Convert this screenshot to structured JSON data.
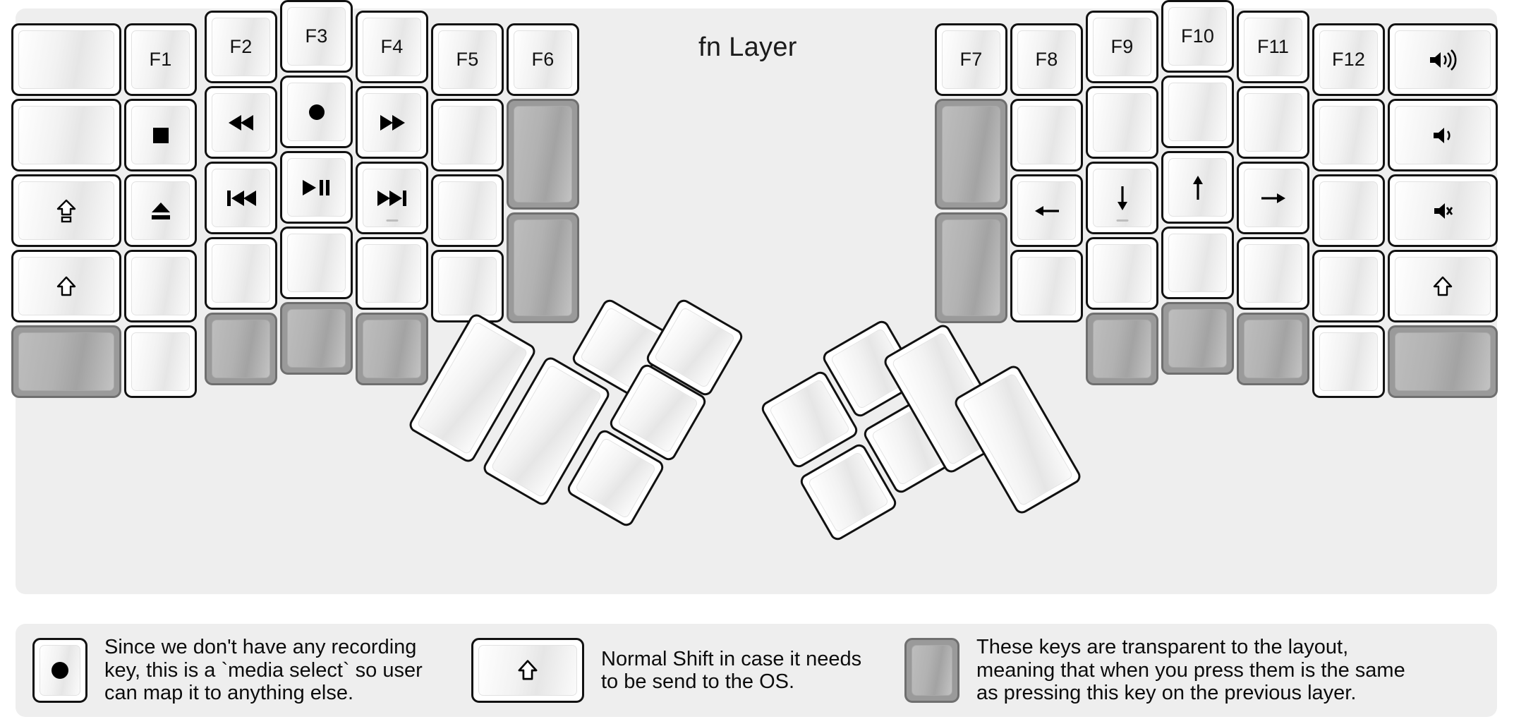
{
  "title": "fn Layer",
  "colors": {
    "panel_bg": "#eeeeee",
    "page_bg": "#ffffff",
    "key_border": "#111111",
    "key_face_light": "#ffffff",
    "key_face_shade": "#e6e6e6",
    "transparent_key": "#9a9a9a",
    "transparent_key_border": "#6f6f6f",
    "text": "#111111"
  },
  "legend": [
    {
      "key_icon": "record-dot-icon",
      "key_state": "normal",
      "text": "Since we don't have any recording\nkey, this is a `media select` so user\ncan map it to anything else."
    },
    {
      "key_icon": "shift-arrow-icon",
      "key_state": "normal",
      "text": "Normal Shift in case it needs\nto be send to the OS."
    },
    {
      "key_icon": "blank-icon",
      "key_state": "transparent",
      "text": "These keys are transparent to the layout,\nmeaning that when you press them is the same\nas pressing this key on the previous layer."
    }
  ],
  "left_half": {
    "columns": [
      {
        "name": "col-pinky-outer",
        "keys": [
          {
            "label": "",
            "icon": "",
            "state": "normal"
          },
          {
            "label": "",
            "icon": "",
            "state": "normal"
          },
          {
            "label": "",
            "icon": "caps-lock-icon",
            "state": "normal"
          },
          {
            "label": "",
            "icon": "shift-arrow-icon",
            "state": "normal"
          },
          {
            "label": "",
            "icon": "",
            "state": "transparent"
          }
        ]
      },
      {
        "name": "col-pinky",
        "keys": [
          {
            "label": "F1",
            "icon": "",
            "state": "normal"
          },
          {
            "label": "",
            "icon": "media-stop-icon",
            "state": "normal"
          },
          {
            "label": "",
            "icon": "media-eject-icon",
            "state": "normal"
          },
          {
            "label": "",
            "icon": "",
            "state": "normal"
          },
          {
            "label": "",
            "icon": "",
            "state": "normal"
          }
        ]
      },
      {
        "name": "col-ring",
        "keys": [
          {
            "label": "F2",
            "icon": "",
            "state": "normal"
          },
          {
            "label": "",
            "icon": "media-rewind-icon",
            "state": "normal"
          },
          {
            "label": "",
            "icon": "media-previous-icon",
            "state": "normal"
          },
          {
            "label": "",
            "icon": "",
            "state": "normal"
          },
          {
            "label": "",
            "icon": "",
            "state": "transparent"
          }
        ]
      },
      {
        "name": "col-middle",
        "keys": [
          {
            "label": "F3",
            "icon": "",
            "state": "normal"
          },
          {
            "label": "",
            "icon": "record-dot-icon",
            "state": "normal"
          },
          {
            "label": "",
            "icon": "media-play-pause-icon",
            "state": "normal"
          },
          {
            "label": "",
            "icon": "",
            "state": "normal"
          },
          {
            "label": "",
            "icon": "",
            "state": "transparent"
          }
        ]
      },
      {
        "name": "col-index",
        "keys": [
          {
            "label": "F4",
            "icon": "",
            "state": "normal"
          },
          {
            "label": "",
            "icon": "media-fast-forward-icon",
            "state": "normal"
          },
          {
            "label": "",
            "icon": "media-next-icon",
            "state": "normal",
            "homing": true
          },
          {
            "label": "",
            "icon": "",
            "state": "normal"
          },
          {
            "label": "",
            "icon": "",
            "state": "transparent"
          }
        ]
      },
      {
        "name": "col-index-inner",
        "keys": [
          {
            "label": "F5",
            "icon": "",
            "state": "normal"
          },
          {
            "label": "",
            "icon": "",
            "state": "normal"
          },
          {
            "label": "",
            "icon": "",
            "state": "normal"
          },
          {
            "label": "",
            "icon": "",
            "state": "normal"
          }
        ]
      },
      {
        "name": "col-inner",
        "keys": [
          {
            "label": "F6",
            "icon": "",
            "state": "normal"
          },
          {
            "label": "",
            "icon": "",
            "state": "transparent"
          },
          {
            "label": "",
            "icon": "",
            "state": "transparent"
          }
        ]
      }
    ],
    "thumb_cluster": [
      {
        "name": "thumb-left-1",
        "icon": "",
        "state": "normal"
      },
      {
        "name": "thumb-left-2",
        "icon": "",
        "state": "normal"
      },
      {
        "name": "thumb-left-3",
        "icon": "",
        "state": "normal"
      },
      {
        "name": "thumb-left-4",
        "icon": "",
        "state": "normal"
      },
      {
        "name": "thumb-left-5",
        "icon": "",
        "state": "normal"
      },
      {
        "name": "thumb-left-6",
        "icon": "",
        "state": "normal"
      }
    ]
  },
  "right_half": {
    "columns": [
      {
        "name": "col-inner",
        "keys": [
          {
            "label": "F7",
            "icon": "",
            "state": "normal"
          },
          {
            "label": "",
            "icon": "",
            "state": "transparent"
          },
          {
            "label": "",
            "icon": "",
            "state": "transparent"
          }
        ]
      },
      {
        "name": "col-index-inner",
        "keys": [
          {
            "label": "F8",
            "icon": "",
            "state": "normal"
          },
          {
            "label": "",
            "icon": "",
            "state": "normal"
          },
          {
            "label": "",
            "icon": "arrow-left-icon",
            "state": "normal"
          },
          {
            "label": "",
            "icon": "",
            "state": "normal"
          }
        ]
      },
      {
        "name": "col-index",
        "keys": [
          {
            "label": "F9",
            "icon": "",
            "state": "normal"
          },
          {
            "label": "",
            "icon": "",
            "state": "normal"
          },
          {
            "label": "",
            "icon": "arrow-down-icon",
            "state": "normal",
            "homing": true
          },
          {
            "label": "",
            "icon": "",
            "state": "normal"
          },
          {
            "label": "",
            "icon": "",
            "state": "transparent"
          }
        ]
      },
      {
        "name": "col-middle",
        "keys": [
          {
            "label": "F10",
            "icon": "",
            "state": "normal"
          },
          {
            "label": "",
            "icon": "",
            "state": "normal"
          },
          {
            "label": "",
            "icon": "arrow-up-icon",
            "state": "normal"
          },
          {
            "label": "",
            "icon": "",
            "state": "normal"
          },
          {
            "label": "",
            "icon": "",
            "state": "transparent"
          }
        ]
      },
      {
        "name": "col-ring",
        "keys": [
          {
            "label": "F11",
            "icon": "",
            "state": "normal"
          },
          {
            "label": "",
            "icon": "",
            "state": "normal"
          },
          {
            "label": "",
            "icon": "arrow-right-icon",
            "state": "normal"
          },
          {
            "label": "",
            "icon": "",
            "state": "normal"
          },
          {
            "label": "",
            "icon": "",
            "state": "transparent"
          }
        ]
      },
      {
        "name": "col-pinky",
        "keys": [
          {
            "label": "F12",
            "icon": "",
            "state": "normal"
          },
          {
            "label": "",
            "icon": "",
            "state": "normal"
          },
          {
            "label": "",
            "icon": "",
            "state": "normal"
          },
          {
            "label": "",
            "icon": "",
            "state": "normal"
          },
          {
            "label": "",
            "icon": "",
            "state": "normal"
          }
        ]
      },
      {
        "name": "col-pinky-outer",
        "keys": [
          {
            "label": "",
            "icon": "volume-up-icon",
            "state": "normal"
          },
          {
            "label": "",
            "icon": "volume-down-icon",
            "state": "normal"
          },
          {
            "label": "",
            "icon": "volume-mute-icon",
            "state": "normal"
          },
          {
            "label": "",
            "icon": "shift-arrow-icon",
            "state": "normal"
          },
          {
            "label": "",
            "icon": "",
            "state": "transparent"
          }
        ]
      }
    ],
    "thumb_cluster": [
      {
        "name": "thumb-right-1",
        "icon": "",
        "state": "normal"
      },
      {
        "name": "thumb-right-2",
        "icon": "",
        "state": "normal"
      },
      {
        "name": "thumb-right-3",
        "icon": "",
        "state": "normal"
      },
      {
        "name": "thumb-right-4",
        "icon": "",
        "state": "normal"
      },
      {
        "name": "thumb-right-5",
        "icon": "",
        "state": "normal"
      },
      {
        "name": "thumb-right-6",
        "icon": "",
        "state": "normal"
      }
    ]
  }
}
